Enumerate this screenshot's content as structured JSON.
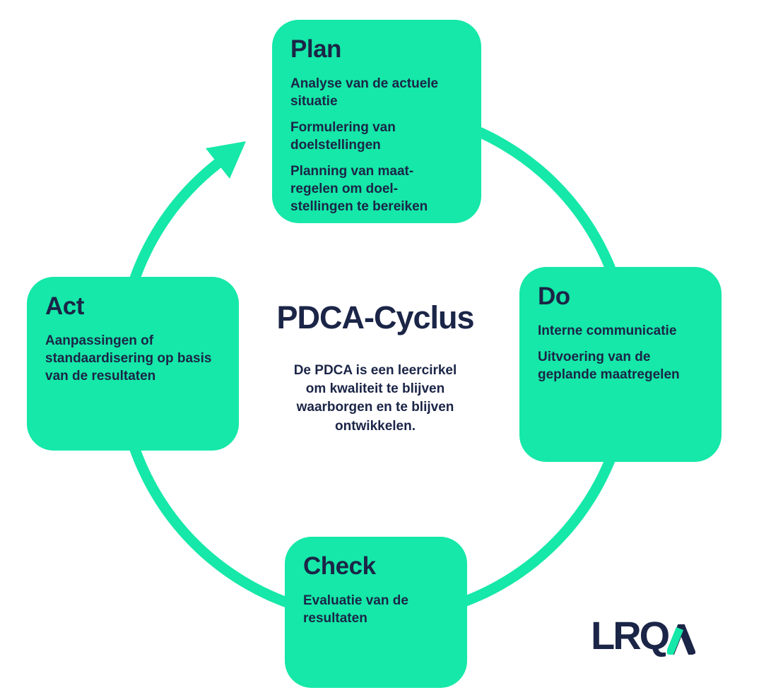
{
  "palette": {
    "teal": "#15e8a8",
    "navy": "#1b2547",
    "background": "#ffffff"
  },
  "center": {
    "title": "PDCA-Cyclus",
    "description": "De PDCA is een leercirkel\nom kwaliteit te blijven\nwaarborgen en te blijven\nontwikkelen."
  },
  "boxes": {
    "plan": {
      "title": "Plan",
      "items": [
        "Analyse van de actuele\nsituatie",
        "Formulering van\ndoelstellingen",
        "Planning van maat-\nregelen om doel-\nstellingen te bereiken"
      ]
    },
    "do": {
      "title": "Do",
      "items": [
        "Interne communicatie",
        "Uitvoering van de\ngeplande maatregelen"
      ]
    },
    "check": {
      "title": "Check",
      "items": [
        "Evaluatie van de\nresultaten"
      ]
    },
    "act": {
      "title": "Act",
      "items": [
        "Aanpassingen of\nstandaardisering op basis\nvan de resultaten"
      ]
    }
  },
  "logo": {
    "name": "LRQA",
    "text_part": "LRQ"
  }
}
